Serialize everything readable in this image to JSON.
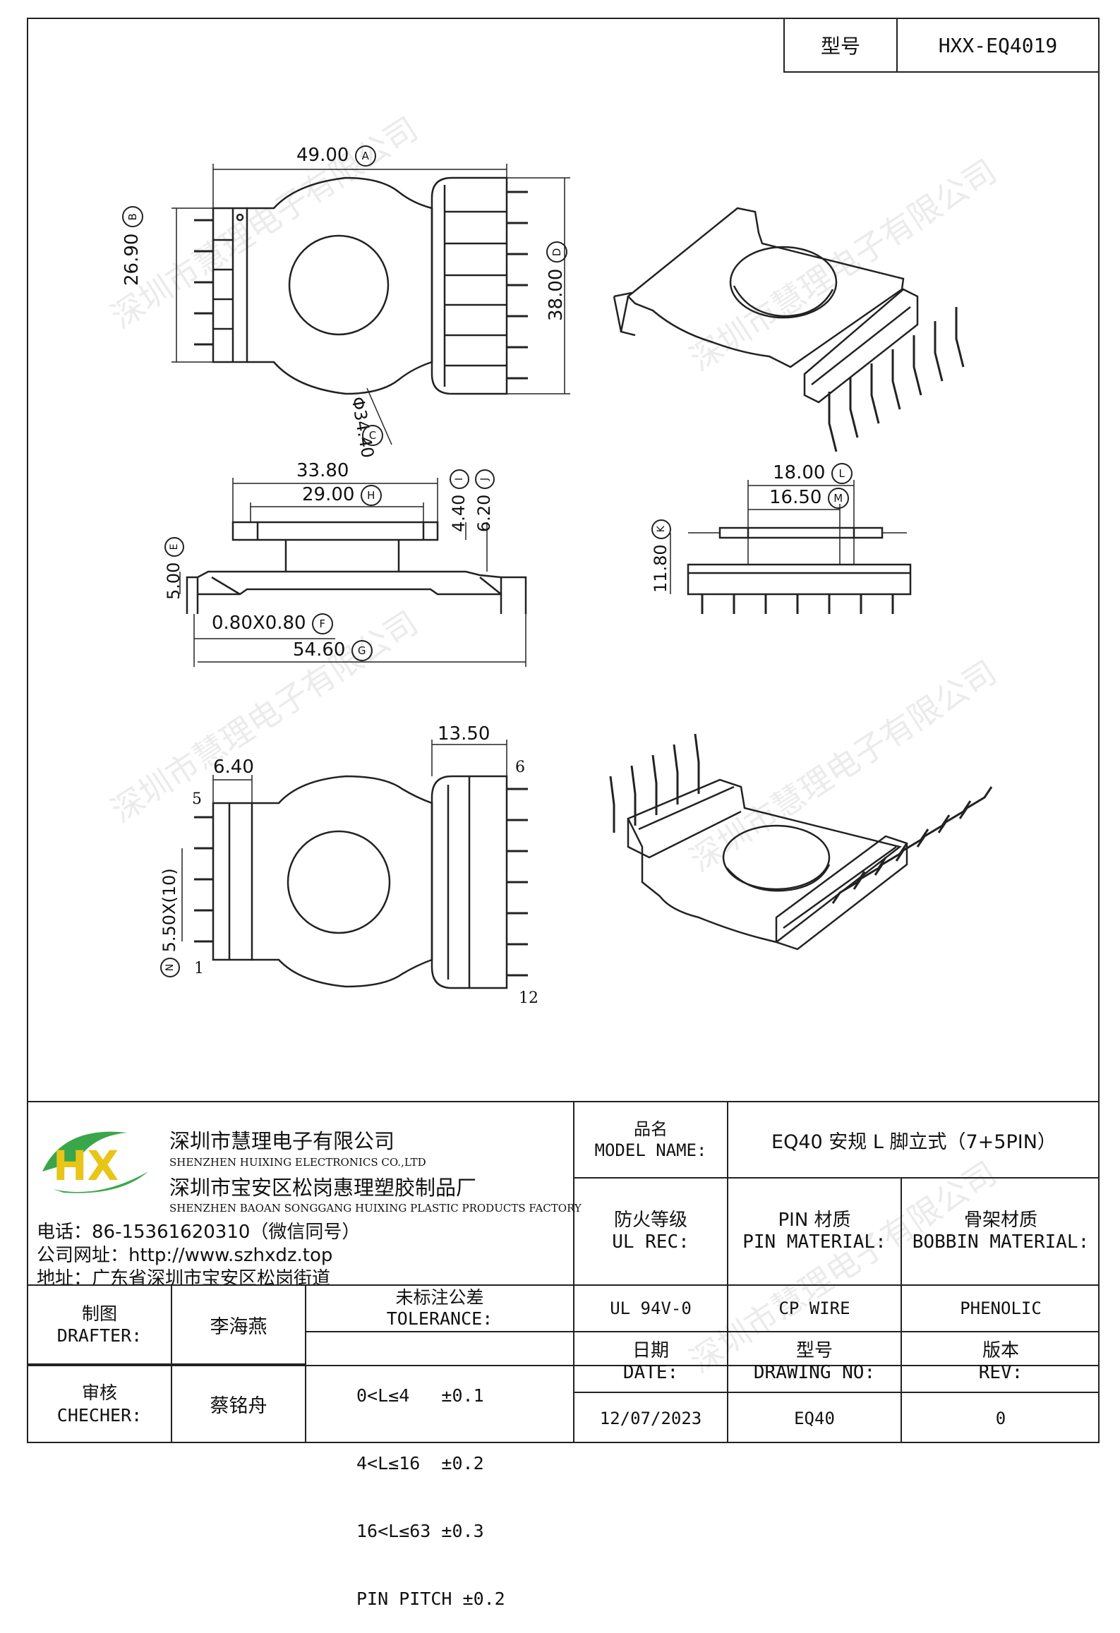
{
  "header": {
    "model_label": "型号",
    "model_value": "HXX-EQ4019"
  },
  "watermark": "深圳市慧理电子有限公司",
  "dimensions": {
    "a": "49.00",
    "a_tag": "A",
    "b": "26.90",
    "b_tag": "B",
    "c": "Φ34.40",
    "c_tag": "C",
    "d": "38.00",
    "d_tag": "D",
    "e": "5.00",
    "e_tag": "E",
    "f": "0.80X0.80",
    "f_tag": "F",
    "g": "54.60",
    "g_tag": "G",
    "h": "29.00",
    "h_tag": "H",
    "i": "4.40",
    "i_tag": "I",
    "j": "6.20",
    "j_tag": "J",
    "k": "11.80",
    "k_tag": "K",
    "l": "18.00",
    "l_tag": "L",
    "m": "16.50",
    "m_tag": "M",
    "n": "5.50X(10)",
    "n_tag": "N",
    "w33": "33.80",
    "w13": "13.50",
    "w6": "6.40",
    "pin5": "5",
    "pin6": "6",
    "pin1": "1",
    "pin12": "12"
  },
  "company": {
    "name1": "深圳市慧理电子有限公司",
    "name1_en": "SHENZHEN HUIXING ELECTRONICS CO.,LTD",
    "name2": "深圳市宝安区松岗惠理塑胶制品厂",
    "name2_en": "SHENZHEN BAOAN SONGGANG HUIXING PLASTIC PRODUCTS FACTORY",
    "tel": "电话：86-15361620310（微信同号）",
    "web": "公司网址：http://www.szhxdz.top",
    "address": "地址：广东省深圳市宝安区松岗街道",
    "logo_letters": "HX"
  },
  "table": {
    "product_label_cn": "品名",
    "product_label_en": "MODEL NAME:",
    "product_value": "EQ40 安规 L 脚立式（7+5PIN）",
    "fire_label_cn": "防火等级",
    "fire_label_en": "UL REC:",
    "pin_label_cn": "PIN 材质",
    "pin_label_en": "PIN MATERIAL:",
    "bobbin_label_cn": "骨架材质",
    "bobbin_label_en": "BOBBIN MATERIAL:",
    "fire_value": "UL 94V-0",
    "pin_value": "CP WIRE",
    "bobbin_value": "PHENOLIC",
    "drafter_label_cn": "制图",
    "drafter_label_en": "DRAFTER:",
    "drafter_value": "李海燕",
    "checker_label_cn": "审核",
    "checker_label_en": "CHECHER:",
    "checker_value": "蔡铭舟",
    "tol_label_cn": "未标注公差",
    "tol_label_en": "TOLERANCE:",
    "tol_lines": [
      "0<L≤4   ±0.1",
      "4<L≤16  ±0.2",
      "16<L≤63 ±0.3",
      "PIN PITCH ±0.2"
    ],
    "date_label_cn": "日期",
    "date_label_en": "DATE:",
    "drawing_label_cn": "型号",
    "drawing_label_en": "DRAWING NO:",
    "rev_label_cn": "版本",
    "rev_label_en": "REV:",
    "date_value": "12/07/2023",
    "drawing_value": "EQ40",
    "rev_value": "0"
  }
}
